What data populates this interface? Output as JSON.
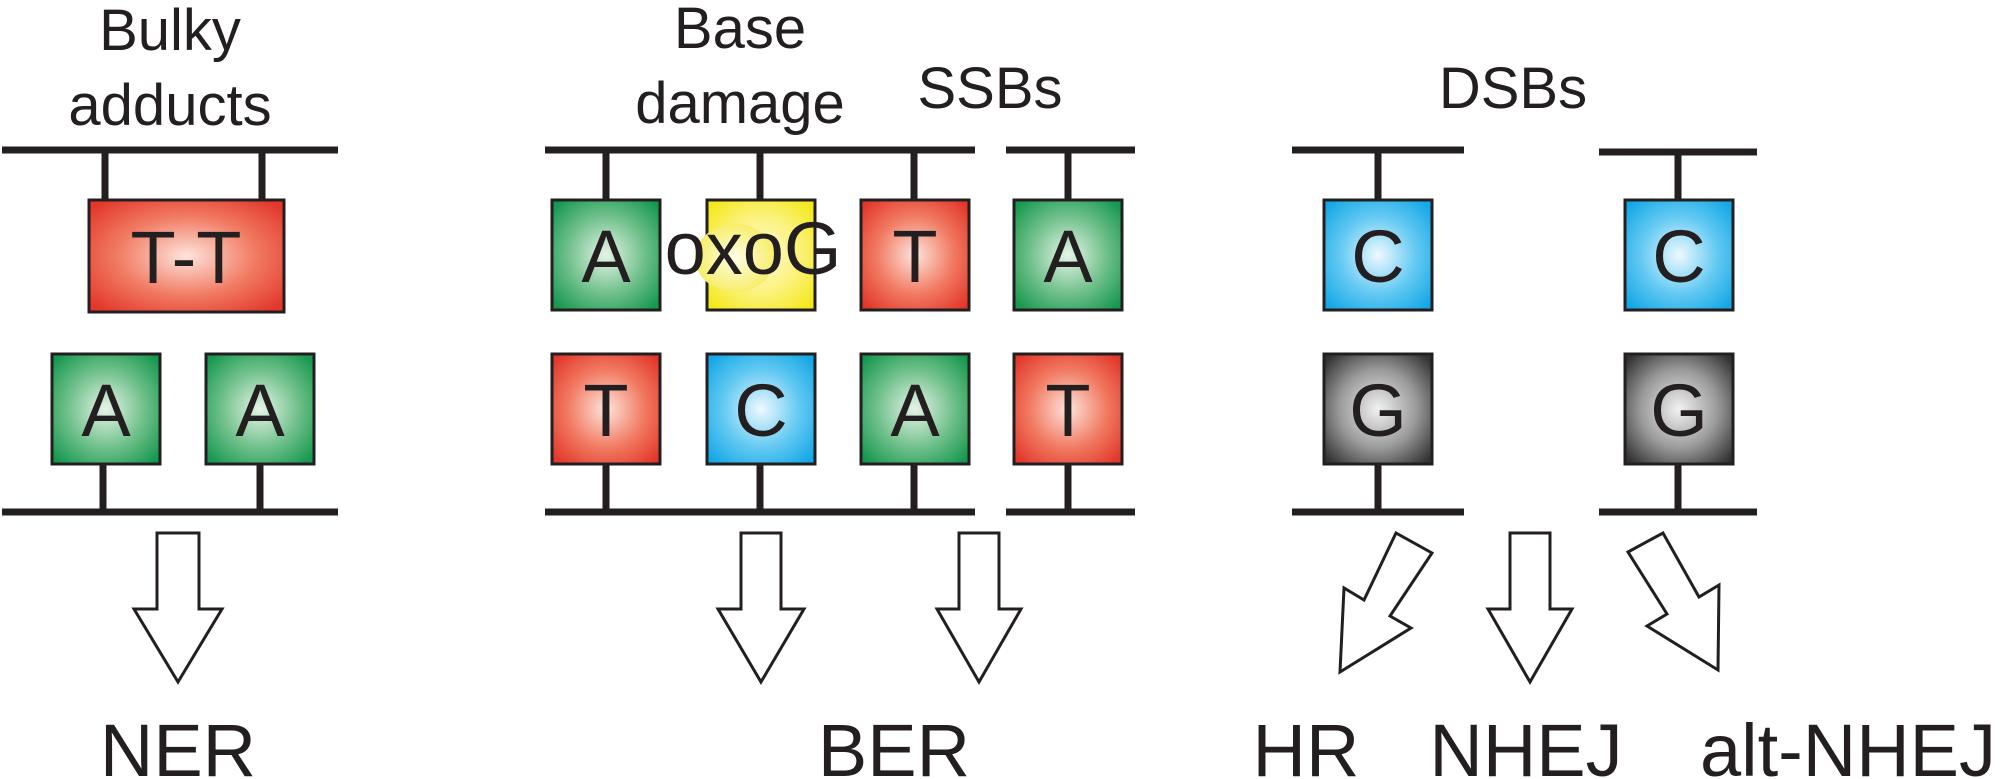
{
  "labels": {
    "bulky_line1": "Bulky",
    "bulky_line2": "adducts",
    "base_line1": "Base",
    "base_line2": "damage",
    "ssbs": "SSBs",
    "dsbs": "DSBs",
    "ner": "NER",
    "ber": "BER",
    "hr": "HR",
    "nhej": "NHEJ",
    "alt_nhej": "alt-NHEJ"
  },
  "bases": {
    "tt_dimer": "T-T",
    "ner_a1": "A",
    "ner_a2": "A",
    "ber_top_a": "A",
    "ber_top_oxog": "oxoG",
    "ber_top_t": "T",
    "ssb_top_a": "A",
    "ber_bot_t": "T",
    "ber_bot_c": "C",
    "ber_bot_a": "A",
    "ssb_bot_t": "T",
    "dsb1_c": "C",
    "dsb1_g": "G",
    "dsb2_c": "C",
    "dsb2_g": "G"
  },
  "colors": {
    "ink": "#231f20",
    "red": "#e63d2e",
    "green": "#1fa05a",
    "blue": "#1eaee8",
    "yellow": "#f5ea14",
    "gray": "#3a3a3a"
  }
}
